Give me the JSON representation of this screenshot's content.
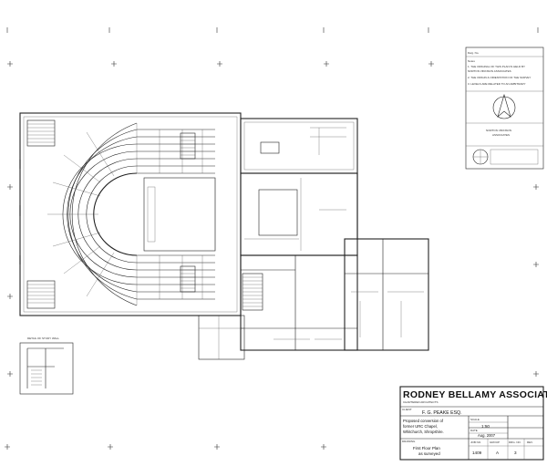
{
  "title_block": {
    "firm_name": "RODNEY BELLAMY ASSOCIATES",
    "firm_sub": "CHARTERED ARCHITECTS",
    "client_label": "CLIENT",
    "client": "F. G. PEAKE ESQ.",
    "project_lines": [
      "Proposed conversion of",
      "former URC Chapel,",
      "Whitchurch, Shropshire."
    ],
    "scale_label": "SCALE",
    "scale": "1:50",
    "date_label": "DATE",
    "date": "Aug. 2007",
    "drawing_label": "DRAWING",
    "drawing_title_lines": [
      "First Floor Plan",
      "as surveyed"
    ],
    "job_no_label": "JOB NO.",
    "job_no": "1409",
    "group_label": "GROUP",
    "group": "A",
    "drg_no_label": "DRG. NO.",
    "drg_no": "3",
    "rev_label": "REV."
  },
  "legend_panel": {
    "dwg_label": "Dwg. No.",
    "notes_label": "Notes",
    "notes": [
      "1. THE ORIGINAL OF THIS PLAN IS HELD BY",
      "NORTON VIKINSON ASSOCIATES",
      "2. THE ORIGIN & ORIENTATION OF THE SURVEY",
      "3. LEVELS ARE RELATED TO AN ARBITRARY"
    ],
    "surveyor": "NORTON VIKINSON",
    "surveyor_sub": "ASSOCIATES"
  },
  "detail_label": "DETAIL OF STUDY WALL",
  "colors": {
    "line": "#222222",
    "paper": "#ffffff"
  }
}
